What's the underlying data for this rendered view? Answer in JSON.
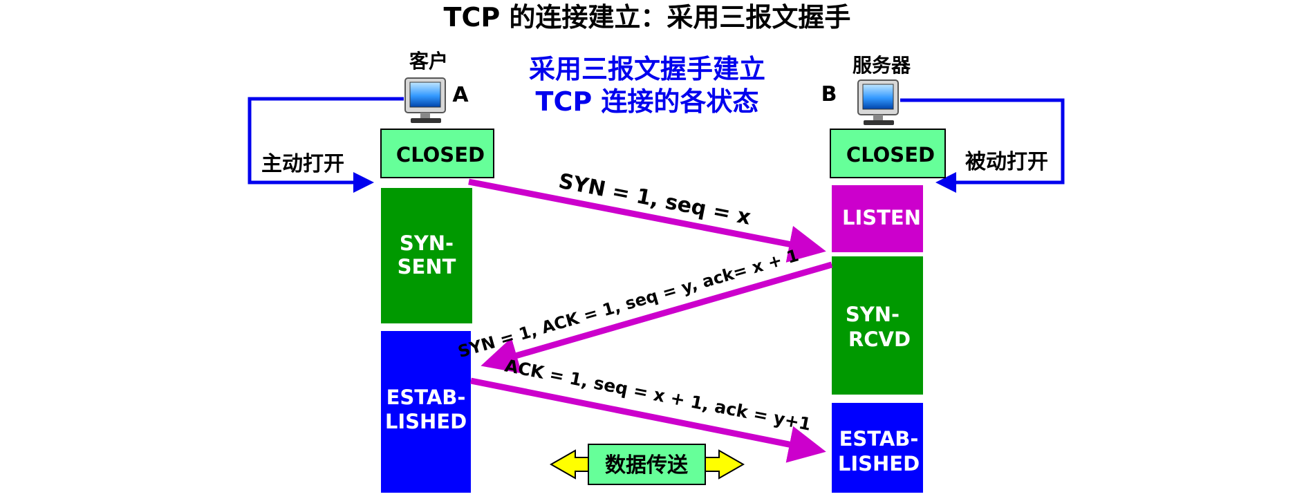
{
  "title": "TCP 的连接建立：采用三报文握手",
  "subtitle": {
    "line1": "采用三报文握手建立",
    "line2": "TCP 连接的各状态"
  },
  "client": {
    "label": "客户",
    "letter": "A",
    "open_label": "主动打开",
    "states": [
      {
        "line1": "CLOSED",
        "line2": "",
        "color": "#66ff99"
      },
      {
        "line1": "SYN-",
        "line2": "SENT",
        "color": "#009900"
      },
      {
        "line1": "ESTAB-",
        "line2": "LISHED",
        "color": "#0000ff"
      }
    ]
  },
  "server": {
    "label": "服务器",
    "letter": "B",
    "open_label": "被动打开",
    "states": [
      {
        "line1": "CLOSED",
        "line2": "",
        "color": "#66ff99"
      },
      {
        "line1": "LISTEN",
        "line2": "",
        "color": "#cc00cc"
      },
      {
        "line1": "SYN-",
        "line2": "RCVD",
        "color": "#009900"
      },
      {
        "line1": "ESTAB-",
        "line2": "LISHED",
        "color": "#0000ff"
      }
    ]
  },
  "messages": [
    {
      "label": "SYN = 1, seq = x"
    },
    {
      "label": "SYN = 1, ACK = 1, seq = y, ack= x + 1"
    },
    {
      "label": "ACK = 1, seq = x + 1, ack = y+1"
    }
  ],
  "data_transfer": {
    "label": "数据传送"
  },
  "colors": {
    "title": "#000000",
    "subtitle": "#0000ee",
    "segment_arrow": "#cc00cc",
    "open_line": "#0000ee",
    "data_box": "#66ff99",
    "data_arrow": "#ffff00"
  },
  "icons": {
    "computer": "computer-monitor-icon"
  }
}
